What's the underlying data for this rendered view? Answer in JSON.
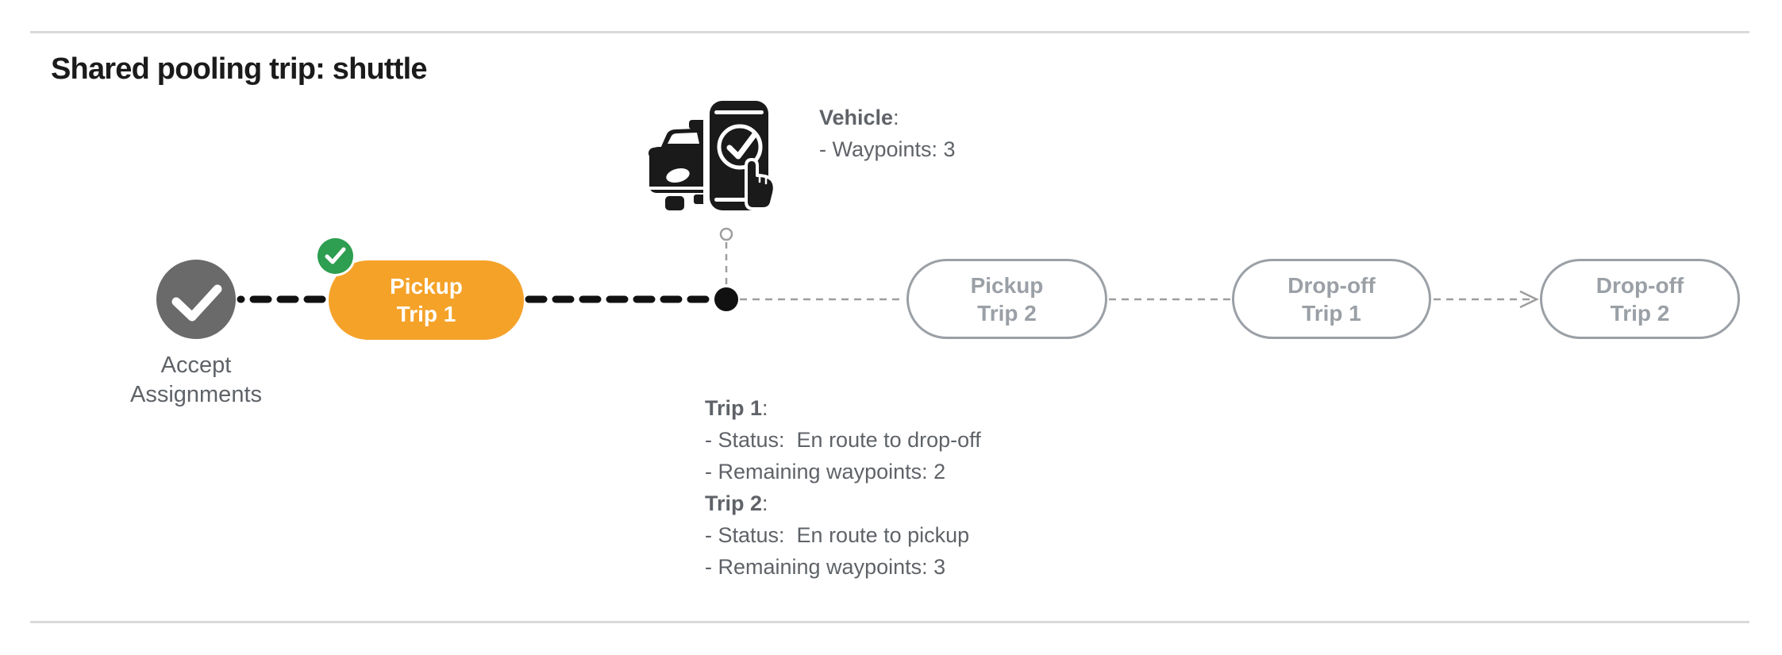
{
  "title": "Shared pooling trip: shuttle",
  "colors": {
    "accent_orange": "#F5A229",
    "success_green": "#2E9E50",
    "completed_node_gray": "#6A6A6A",
    "pending_gray": "#9AA0A6",
    "text_gray": "#5F6368",
    "connector_black": "#111111",
    "connector_gray": "#9E9E9E",
    "rule_gray": "#DADADA"
  },
  "accept_node": {
    "label_line1": "Accept",
    "label_line2": "Assignments"
  },
  "vehicle": {
    "heading": "Vehicle",
    "heading_suffix": ":",
    "waypoints_line": "- Waypoints: 3"
  },
  "stops": {
    "pickup_trip1": {
      "line1": "Pickup",
      "line2": "Trip 1"
    },
    "pickup_trip2": {
      "line1": "Pickup",
      "line2": "Trip 2"
    },
    "dropoff_trip1": {
      "line1": "Drop-off",
      "line2": "Trip 1"
    },
    "dropoff_trip2": {
      "line1": "Drop-off",
      "line2": "Trip 2"
    }
  },
  "trip_status": {
    "trip1": {
      "heading": "Trip 1",
      "heading_suffix": ":",
      "status_line": "- Status:  En route to drop-off",
      "waypoints_line": "- Remaining waypoints: 2"
    },
    "trip2": {
      "heading": "Trip 2",
      "heading_suffix": ":",
      "status_line": "- Status:  En route to pickup",
      "waypoints_line": "- Remaining waypoints: 3"
    }
  }
}
